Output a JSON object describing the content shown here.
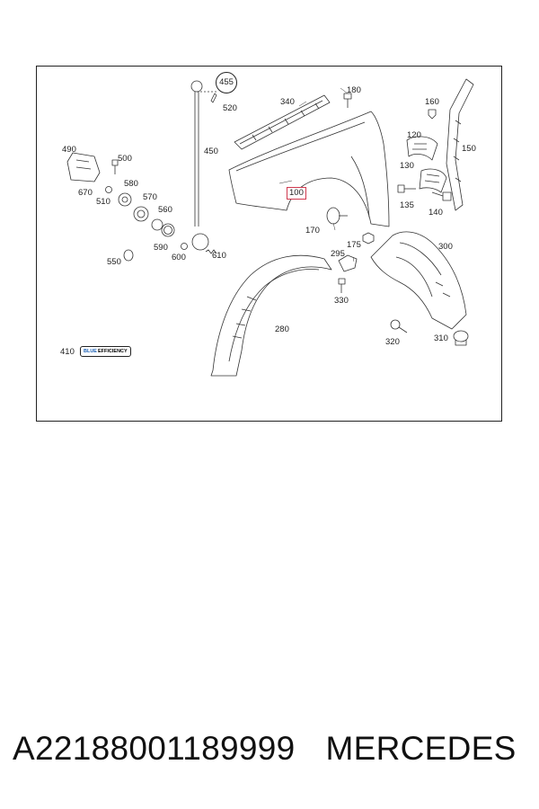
{
  "diagram": {
    "highlight_color": "#d0394f",
    "parts": [
      {
        "id": "p100",
        "label": "100"
      },
      {
        "id": "p120",
        "label": "120"
      },
      {
        "id": "p130",
        "label": "130"
      },
      {
        "id": "p135",
        "label": "135"
      },
      {
        "id": "p140",
        "label": "140"
      },
      {
        "id": "p150",
        "label": "150"
      },
      {
        "id": "p160",
        "label": "160"
      },
      {
        "id": "p170",
        "label": "170"
      },
      {
        "id": "p175",
        "label": "175"
      },
      {
        "id": "p180",
        "label": "180"
      },
      {
        "id": "p280",
        "label": "280"
      },
      {
        "id": "p295",
        "label": "295"
      },
      {
        "id": "p300",
        "label": "300"
      },
      {
        "id": "p310",
        "label": "310"
      },
      {
        "id": "p320",
        "label": "320"
      },
      {
        "id": "p330",
        "label": "330"
      },
      {
        "id": "p340",
        "label": "340"
      },
      {
        "id": "p410",
        "label": "410"
      },
      {
        "id": "p450",
        "label": "450"
      },
      {
        "id": "p455",
        "label": "455"
      },
      {
        "id": "p490",
        "label": "490"
      },
      {
        "id": "p500",
        "label": "500"
      },
      {
        "id": "p510",
        "label": "510"
      },
      {
        "id": "p520",
        "label": "520"
      },
      {
        "id": "p550",
        "label": "550"
      },
      {
        "id": "p560",
        "label": "560"
      },
      {
        "id": "p570",
        "label": "570"
      },
      {
        "id": "p580",
        "label": "580"
      },
      {
        "id": "p590",
        "label": "590"
      },
      {
        "id": "p600",
        "label": "600"
      },
      {
        "id": "p610",
        "label": "610"
      },
      {
        "id": "p670",
        "label": "670"
      }
    ],
    "badge": {
      "prefix": "BLUE",
      "text": "EFFICIENCY"
    }
  },
  "caption": {
    "part_number": "A22188001189999",
    "brand": "MERCEDES"
  }
}
